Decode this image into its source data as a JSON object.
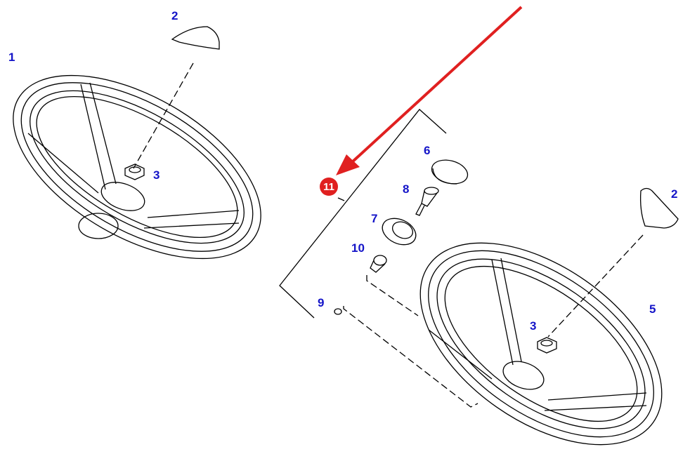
{
  "diagram": {
    "labels": {
      "wheel_left": "1",
      "cap_left": "2",
      "nut_left": "3",
      "cover": "6",
      "pin": "8",
      "button": "7",
      "bushing": "10",
      "screw": "9",
      "cap_right": "2",
      "nut_right": "3",
      "wheel_right": "5"
    },
    "highlighted_callout": "11",
    "colors": {
      "label": "#1414c8",
      "highlight": "#e02020",
      "line": "#000000"
    }
  }
}
